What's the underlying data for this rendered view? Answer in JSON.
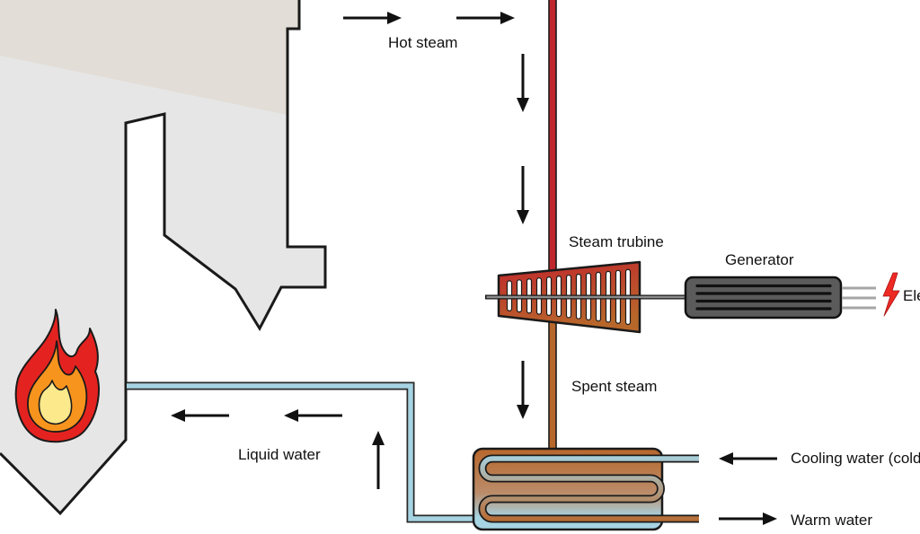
{
  "figure": {
    "labels": {
      "hot_steam": "Hot steam",
      "steam_turbine": "Steam trubine",
      "generator": "Generator",
      "electricity": "Ele",
      "spent_steam": "Spent steam",
      "liquid_water": "Liquid water",
      "cooling_water": "Cooling water (cold",
      "warm_water": "Warm water"
    },
    "icons": {
      "fire": "flame-icon",
      "electricity": "lightning-bolt-icon"
    },
    "colors": {
      "boiler_wall": "#e6e6e6",
      "boiler_top": "#e2ddd6",
      "hot_steam": "#c0272d",
      "spent_steam": "#b8672b",
      "condenser_mid": "#bb8c6a",
      "liquid_water": "#a7d4e3",
      "cooling_water": "#a7d4e3",
      "warm_water": "#b8672b",
      "generator": "#5b5b5b",
      "shaft": "#8c8c8c",
      "wires": "#a6a6a6",
      "flame_outer": "#e42320",
      "flame_middle": "#f7941d",
      "flame_inner": "#fbe98c",
      "lightning": "#ee2a24"
    }
  }
}
